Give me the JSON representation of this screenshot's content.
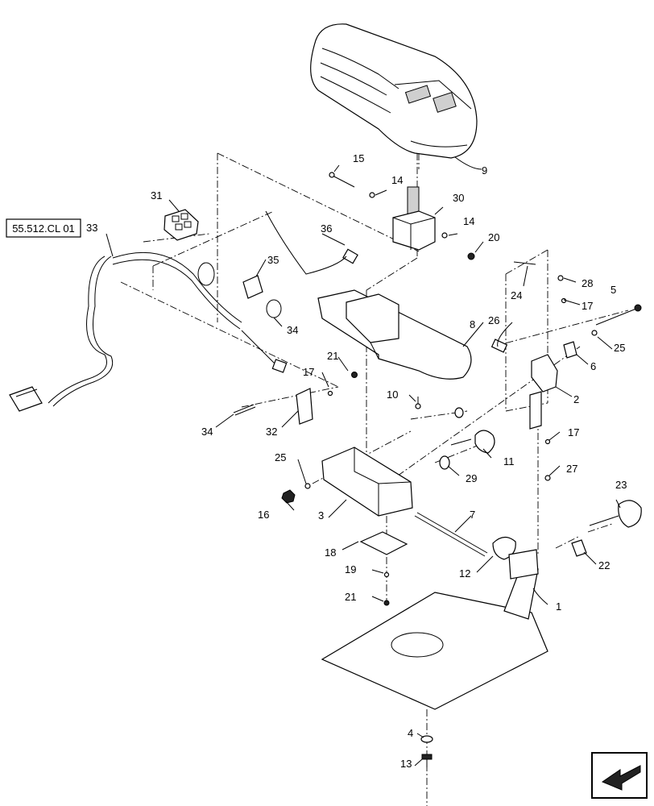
{
  "diagram": {
    "reference_box": "55.512.CL 01",
    "callouts": [
      "1",
      "2",
      "3",
      "4",
      "5",
      "6",
      "7",
      "8",
      "9",
      "10",
      "11",
      "12",
      "13",
      "14",
      "14",
      "15",
      "16",
      "17",
      "17",
      "17",
      "18",
      "19",
      "20",
      "21",
      "21",
      "22",
      "23",
      "24",
      "25",
      "25",
      "26",
      "27",
      "28",
      "29",
      "30",
      "31",
      "32",
      "33",
      "34",
      "34",
      "35",
      "36"
    ],
    "nav_icon": "return-arrow-icon"
  }
}
